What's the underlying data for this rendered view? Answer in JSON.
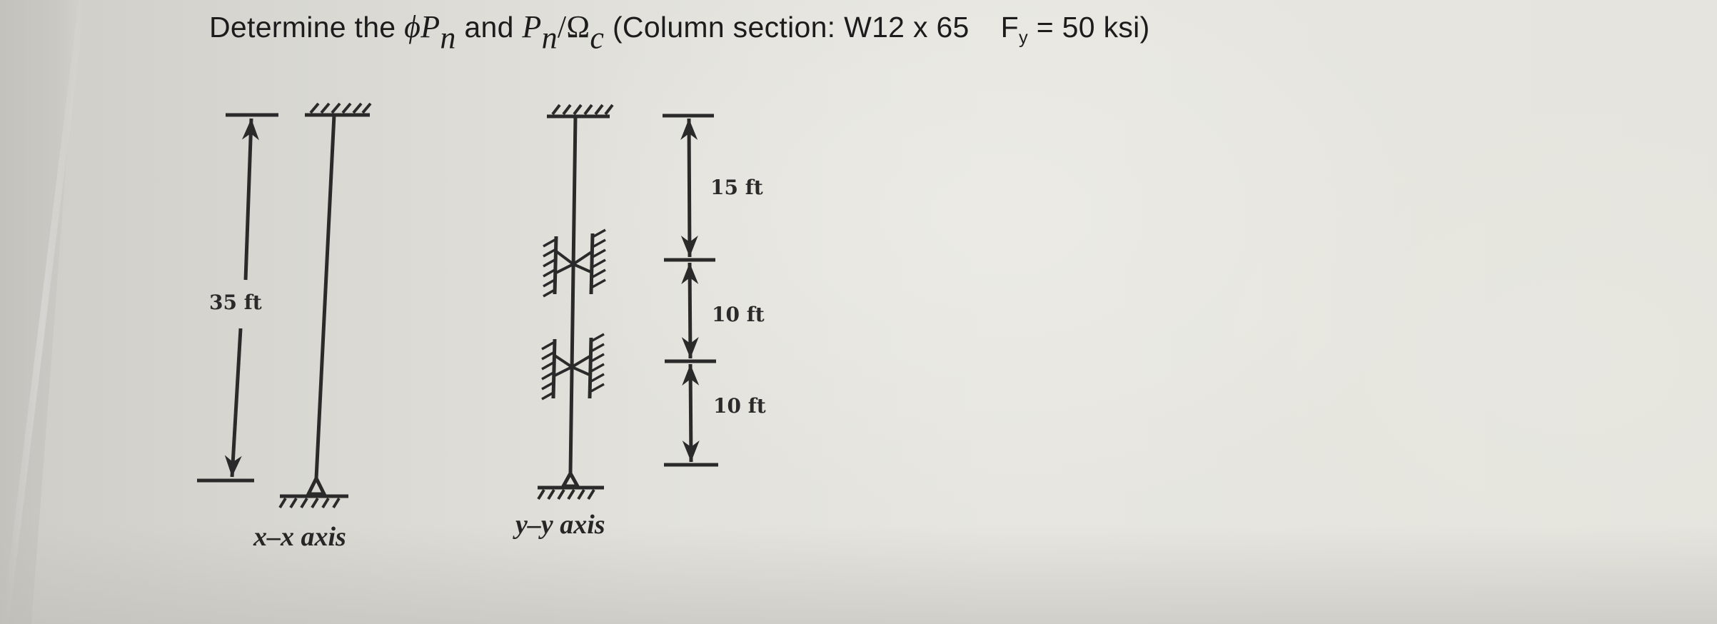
{
  "problem": {
    "prefix": "Determine the ",
    "phi": "ϕ",
    "P": "P",
    "n": "n",
    "and": " and ",
    "slash": "/",
    "omega": "Ω",
    "c": "c",
    "section_open": " (Column section: W12 x 65",
    "F": "F",
    "y": "y",
    "fy_value": " = 50 ksi)"
  },
  "diagram": {
    "x_axis": {
      "label": "x–x axis",
      "total_length": "35 ft",
      "top_support": "fixed (hatched)",
      "bottom_support": "pinned"
    },
    "y_axis": {
      "label": "y–y axis",
      "top_support": "fixed (hatched)",
      "bottom_support": "pinned",
      "braces": 2,
      "segments": [
        {
          "length": "15 ft"
        },
        {
          "length": "10 ft"
        },
        {
          "length": "10 ft"
        }
      ]
    }
  },
  "colors": {
    "ink": "#2a2a2a",
    "paper": "#e5e4de"
  }
}
